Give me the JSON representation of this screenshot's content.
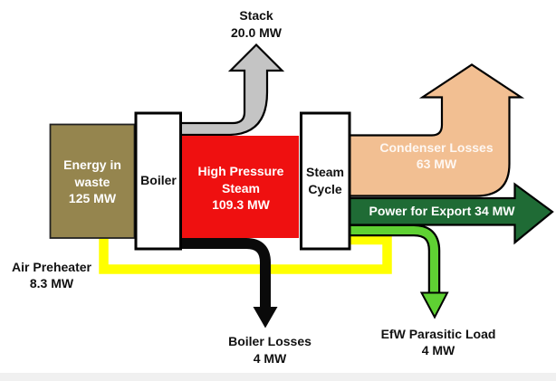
{
  "diagram": {
    "boxes": {
      "energy_in_waste": {
        "line1": "Energy in",
        "line2": "waste",
        "line3": "125 MW",
        "fill": "#95854e"
      },
      "boiler": {
        "label": "Boiler",
        "fill": "#ffffff"
      },
      "high_pressure_steam": {
        "line1": "High Pressure",
        "line2": "Steam",
        "line3": "109.3 MW",
        "fill": "#ef1010"
      },
      "steam_cycle": {
        "line1": "Steam",
        "line2": "Cycle",
        "fill": "#ffffff"
      }
    },
    "flows": {
      "stack": {
        "label": "Stack",
        "value": "20.0 MW",
        "fill": "#c4c4c4"
      },
      "condenser_losses": {
        "label": "Condenser Losses",
        "value": "63 MW",
        "fill": "#f2bf92"
      },
      "power_for_export": {
        "label": "Power for Export 34 MW",
        "fill": "#1f6b35"
      },
      "air_preheater": {
        "label": "Air Preheater",
        "value": "8.3 MW",
        "fill": "#ffff00"
      },
      "boiler_losses": {
        "label": "Boiler Losses",
        "value": "4 MW",
        "fill": "#0a0a0a"
      },
      "efw_parasitic_load": {
        "label": "EfW Parasitic Load",
        "value": "4 MW",
        "fill": "#5fd133"
      }
    }
  },
  "chart_data": {
    "type": "sankey",
    "title": "",
    "unit": "MW",
    "nodes": [
      "Energy in waste",
      "Boiler",
      "High Pressure Steam",
      "Steam Cycle",
      "Stack",
      "Boiler Losses",
      "Condenser Losses",
      "Power for Export",
      "EfW Parasitic Load",
      "Air Preheater"
    ],
    "links": [
      {
        "source": "Energy in waste",
        "target": "Boiler",
        "value": 125
      },
      {
        "source": "Boiler",
        "target": "Stack",
        "value": 20.0
      },
      {
        "source": "Boiler",
        "target": "High Pressure Steam",
        "value": 109.3
      },
      {
        "source": "Boiler",
        "target": "Boiler Losses",
        "value": 4
      },
      {
        "source": "High Pressure Steam",
        "target": "Steam Cycle",
        "value": 109.3
      },
      {
        "source": "Steam Cycle",
        "target": "Condenser Losses",
        "value": 63
      },
      {
        "source": "Steam Cycle",
        "target": "Power for Export",
        "value": 34
      },
      {
        "source": "Steam Cycle",
        "target": "EfW Parasitic Load",
        "value": 4
      },
      {
        "source": "Steam Cycle",
        "target": "Air Preheater",
        "value": 8.3
      }
    ]
  }
}
